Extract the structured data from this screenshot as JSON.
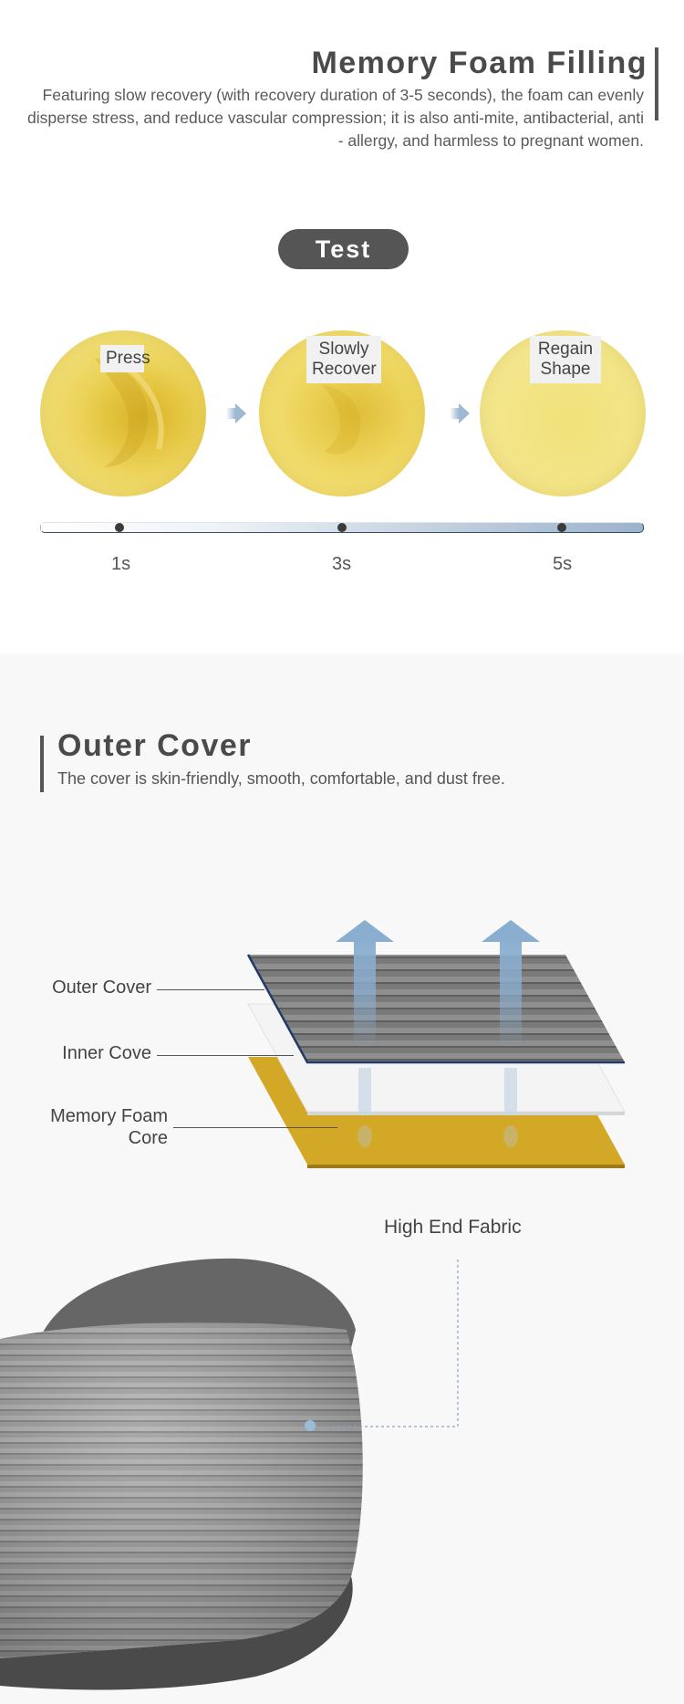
{
  "memory_foam": {
    "title": "Memory Foam Filling",
    "description": "Featuring slow recovery (with recovery duration of 3-5 seconds), the foam can evenly disperse stress, and reduce vascular compression; it is also anti-mite, antibacterial, anti - allergy, and harmless to pregnant women."
  },
  "test": {
    "label": "Test",
    "steps": [
      {
        "label_line1": "Press",
        "label_line2": ""
      },
      {
        "label_line1": "Slowly",
        "label_line2": "Recover"
      },
      {
        "label_line1": "Regain",
        "label_line2": "Shape"
      }
    ],
    "times": [
      "1s",
      "3s",
      "5s"
    ]
  },
  "outer_cover": {
    "title": "Outer Cover",
    "description": "The cover is skin-friendly, smooth, comfortable, and dust free."
  },
  "layers": {
    "outer": "Outer Cover",
    "inner": "Inner Cove",
    "core_line1": "Memory Foam",
    "core_line2": "Core"
  },
  "fabric": {
    "label": "High End Fabric"
  },
  "colors": {
    "foam_yellow": "#e9cd4f",
    "core_gold": "#d4a827",
    "arrow_blue": "#8aaed0",
    "text_dark": "#4a4a4a"
  }
}
